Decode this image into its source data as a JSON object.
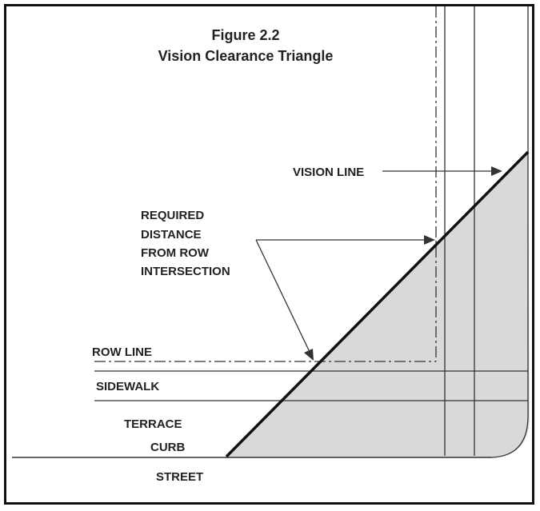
{
  "figure": {
    "title": "Figure 2.2",
    "subtitle": "Vision Clearance Triangle"
  },
  "labels": {
    "vision_line": "VISION LINE",
    "required_1": "REQUIRED",
    "required_2": "DISTANCE",
    "required_3": "FROM ROW",
    "required_4": "INTERSECTION",
    "row_line": "ROW LINE",
    "sidewalk": "SIDEWALK",
    "terrace": "TERRACE",
    "curb": "CURB",
    "street": "STREET"
  },
  "colors": {
    "frame": "#111111",
    "triangle_fill": "#d9d9d9",
    "line": "#333333",
    "text": "#222222"
  }
}
